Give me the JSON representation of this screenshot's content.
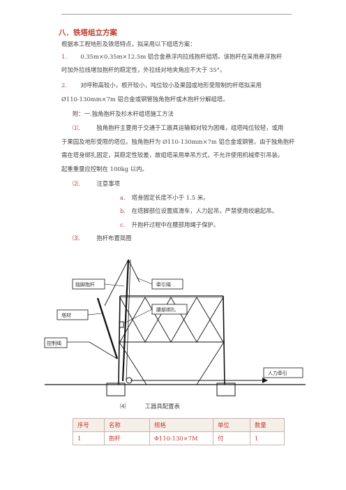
{
  "section": {
    "title": "八．铁塔组立方案"
  },
  "paragraphs": {
    "intro": "根据本工程地形及铁塔特点，拟采用以下组塔方案：",
    "item1_num": "1.",
    "item1_a": "0.35m×0.35m×12.5m 铝合金悬浮内拉线抱杆组塔。该抱杆在采用悬浮抱杆",
    "item1_b": "时加外拉线增加抱杆的稳定性，外拉线对地夹角应不大于 35°。",
    "item2_num": "2.",
    "item2_a": "对呼称高较小，根开较小，吨位较小及果园或地形受限制的杆塔拟采用",
    "item2_b": "Ø110-130mm×7m 铝合金或钢管独角抱杆或木抱杆分解组塔。",
    "appendix": "附：一.独角抱杆及杉木杆组塔施工方法",
    "s1_num": "⑴.",
    "s1_a": "独角抱杆主要用于交通于工器具运输相对较为困难，组塔吨位较轻，或用",
    "s1_b": "于果园及地形受限的塔位。独角抱杆为 Ø110-130mm×7m 铝合金或钢管。由于独角抱杆",
    "s1_c": "需在塔身绑扎固定，其稳定性较差，故组塔采用单吊方式，不允许使用机械牵引吊装。",
    "s1_d": "起重重量应控制在 100kg 以内。",
    "s2_num": "⑵.",
    "s2_title": "注意事项",
    "s3_num": "⑶.",
    "s3_title": "抱杆布置简图"
  },
  "notes": [
    {
      "marker": "a.",
      "text": "塔身固定长度不小于 1.5 米。"
    },
    {
      "marker": "b.",
      "text": "在塔脚部位设置底滑车，人力起吊，严禁使用绞磨起吊。"
    },
    {
      "marker": "c.",
      "text": "升抱杆过程中在腰部用绳子保护。"
    }
  ],
  "diagram": {
    "labels": {
      "pole": "独脚抱杆",
      "traction_rope": "牵引绳",
      "waist_binding": "腰部绑扎",
      "tower_member": "塔材",
      "control_rope": "控制绳",
      "manual_traction": "人力牵引"
    }
  },
  "equipment_table": {
    "caption_num": "⑷",
    "caption": "工器具配置表",
    "headers": [
      "序号",
      "名称",
      "规格",
      "单位",
      "数量"
    ],
    "rows": [
      [
        "1",
        "抱杆",
        "Φ110-130×7M",
        "付",
        "1"
      ]
    ]
  }
}
